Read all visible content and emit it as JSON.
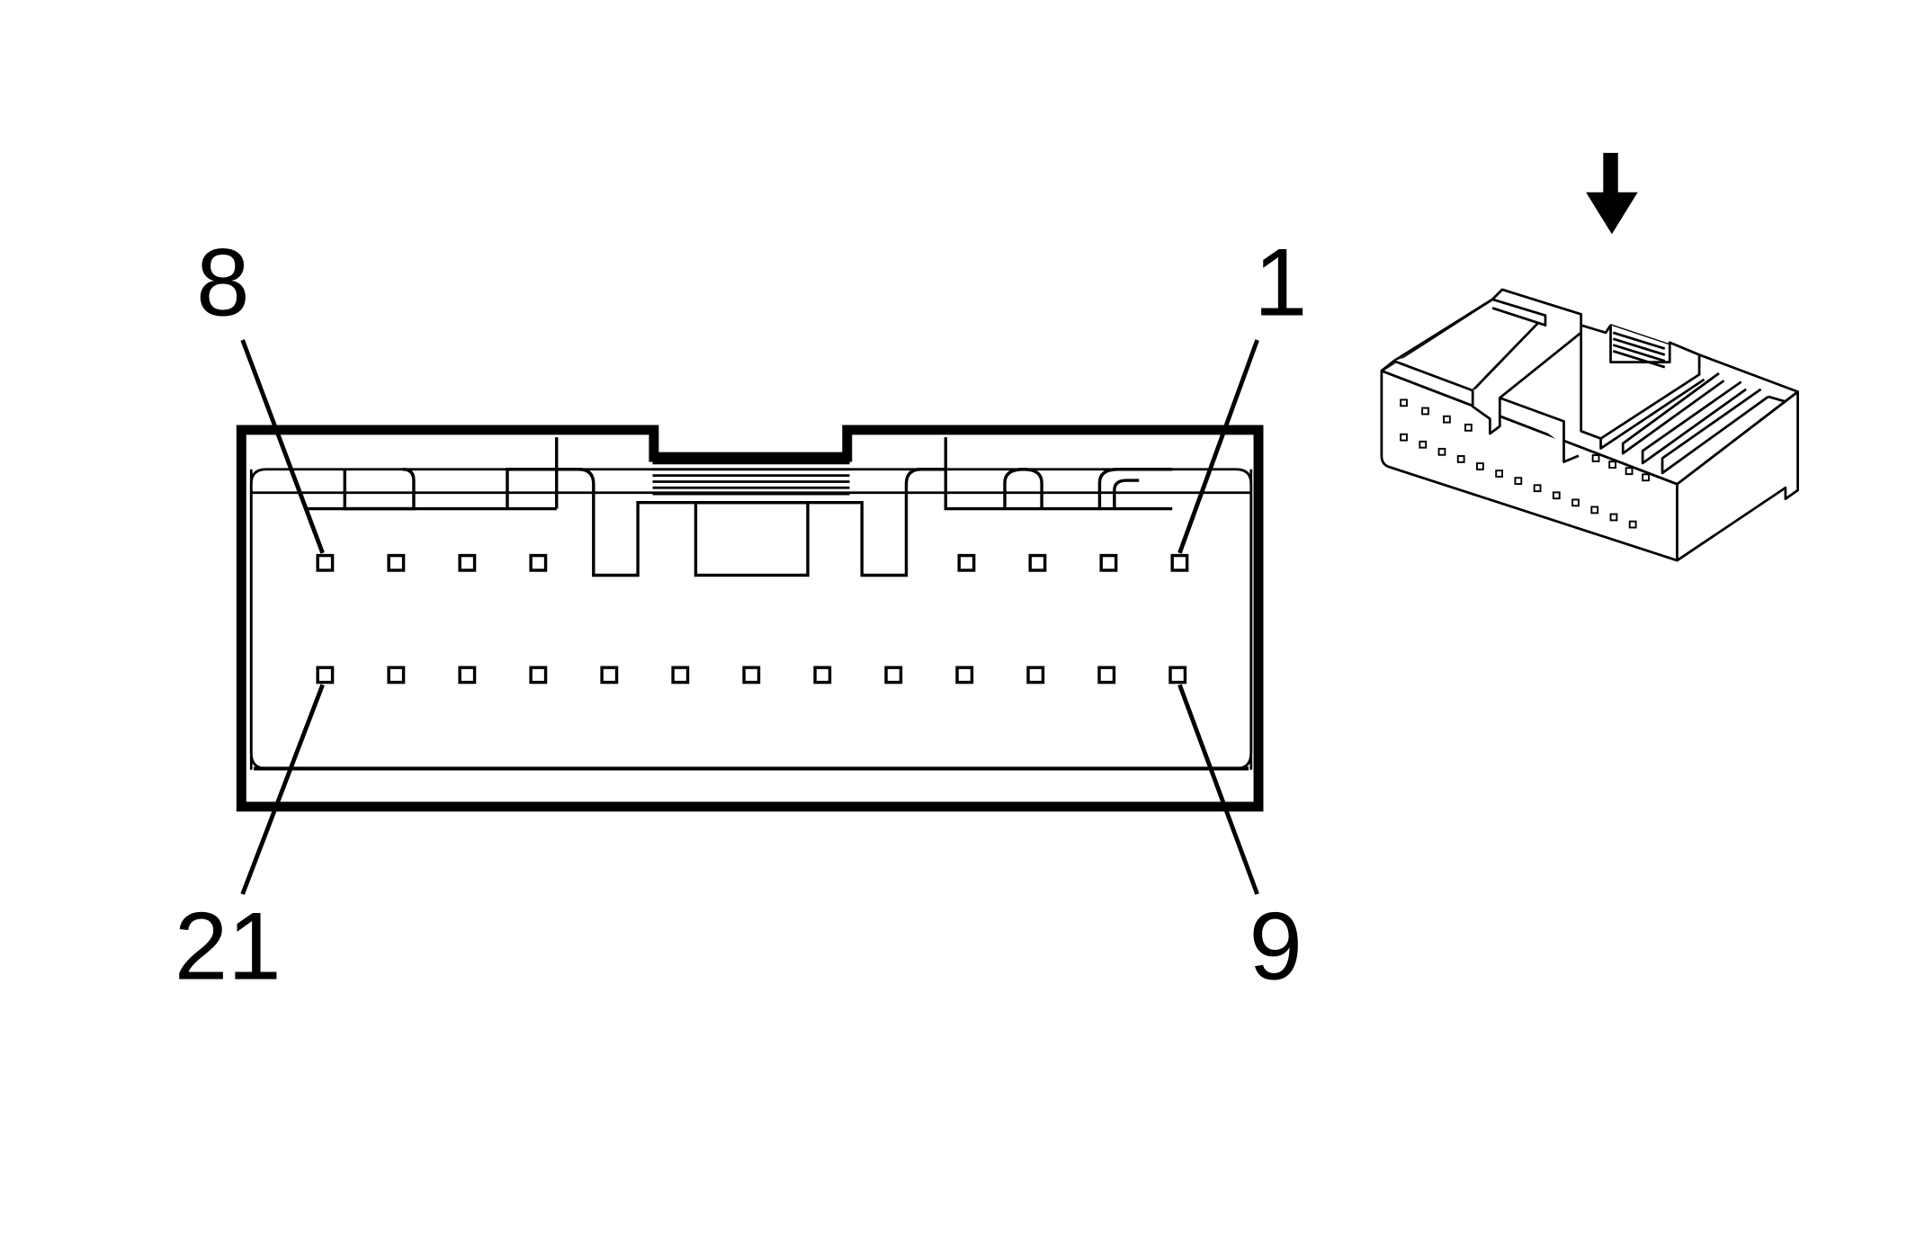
{
  "diagram": {
    "callouts": {
      "top_left": "8",
      "top_right": "1",
      "bottom_left": "21",
      "bottom_right": "9"
    },
    "pin_rows": {
      "top_row_left_group_count": 4,
      "top_row_right_group_count": 4,
      "bottom_row_count": 13
    },
    "indicator": "down-arrow-icon"
  }
}
